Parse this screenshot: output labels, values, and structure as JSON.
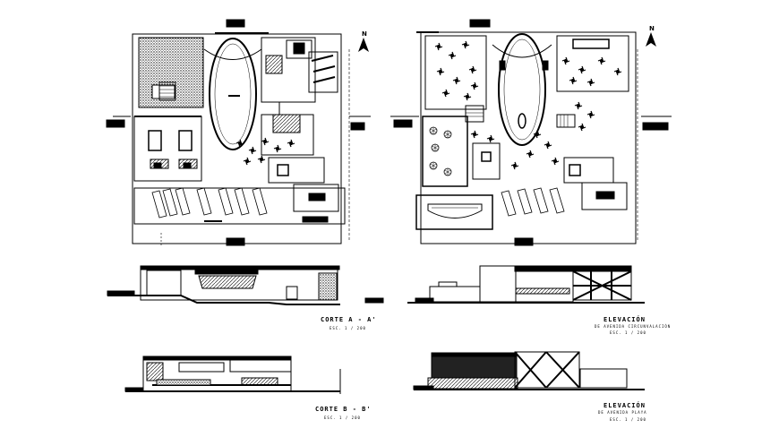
{
  "sheet": {
    "background": "#ffffff",
    "ink": "#000000"
  },
  "plans": {
    "north_icon": "north-arrow-icon"
  },
  "sections": {
    "a": {
      "title": "CORTE A - A'",
      "scale": "ESC. 1 / 200"
    },
    "b": {
      "title": "CORTE B - B'",
      "scale": "ESC. 1 / 200"
    }
  },
  "elevations": {
    "a": {
      "title": "ELEVACIÓN",
      "subtitle": "DE AVENIDA CIRCUNVALACIÓN",
      "scale": "ESC. 1 / 200"
    },
    "b": {
      "title": "ELEVACIÓN",
      "subtitle": "DE AVENIDA PLAYA",
      "scale": "ESC. 1 / 200"
    }
  }
}
